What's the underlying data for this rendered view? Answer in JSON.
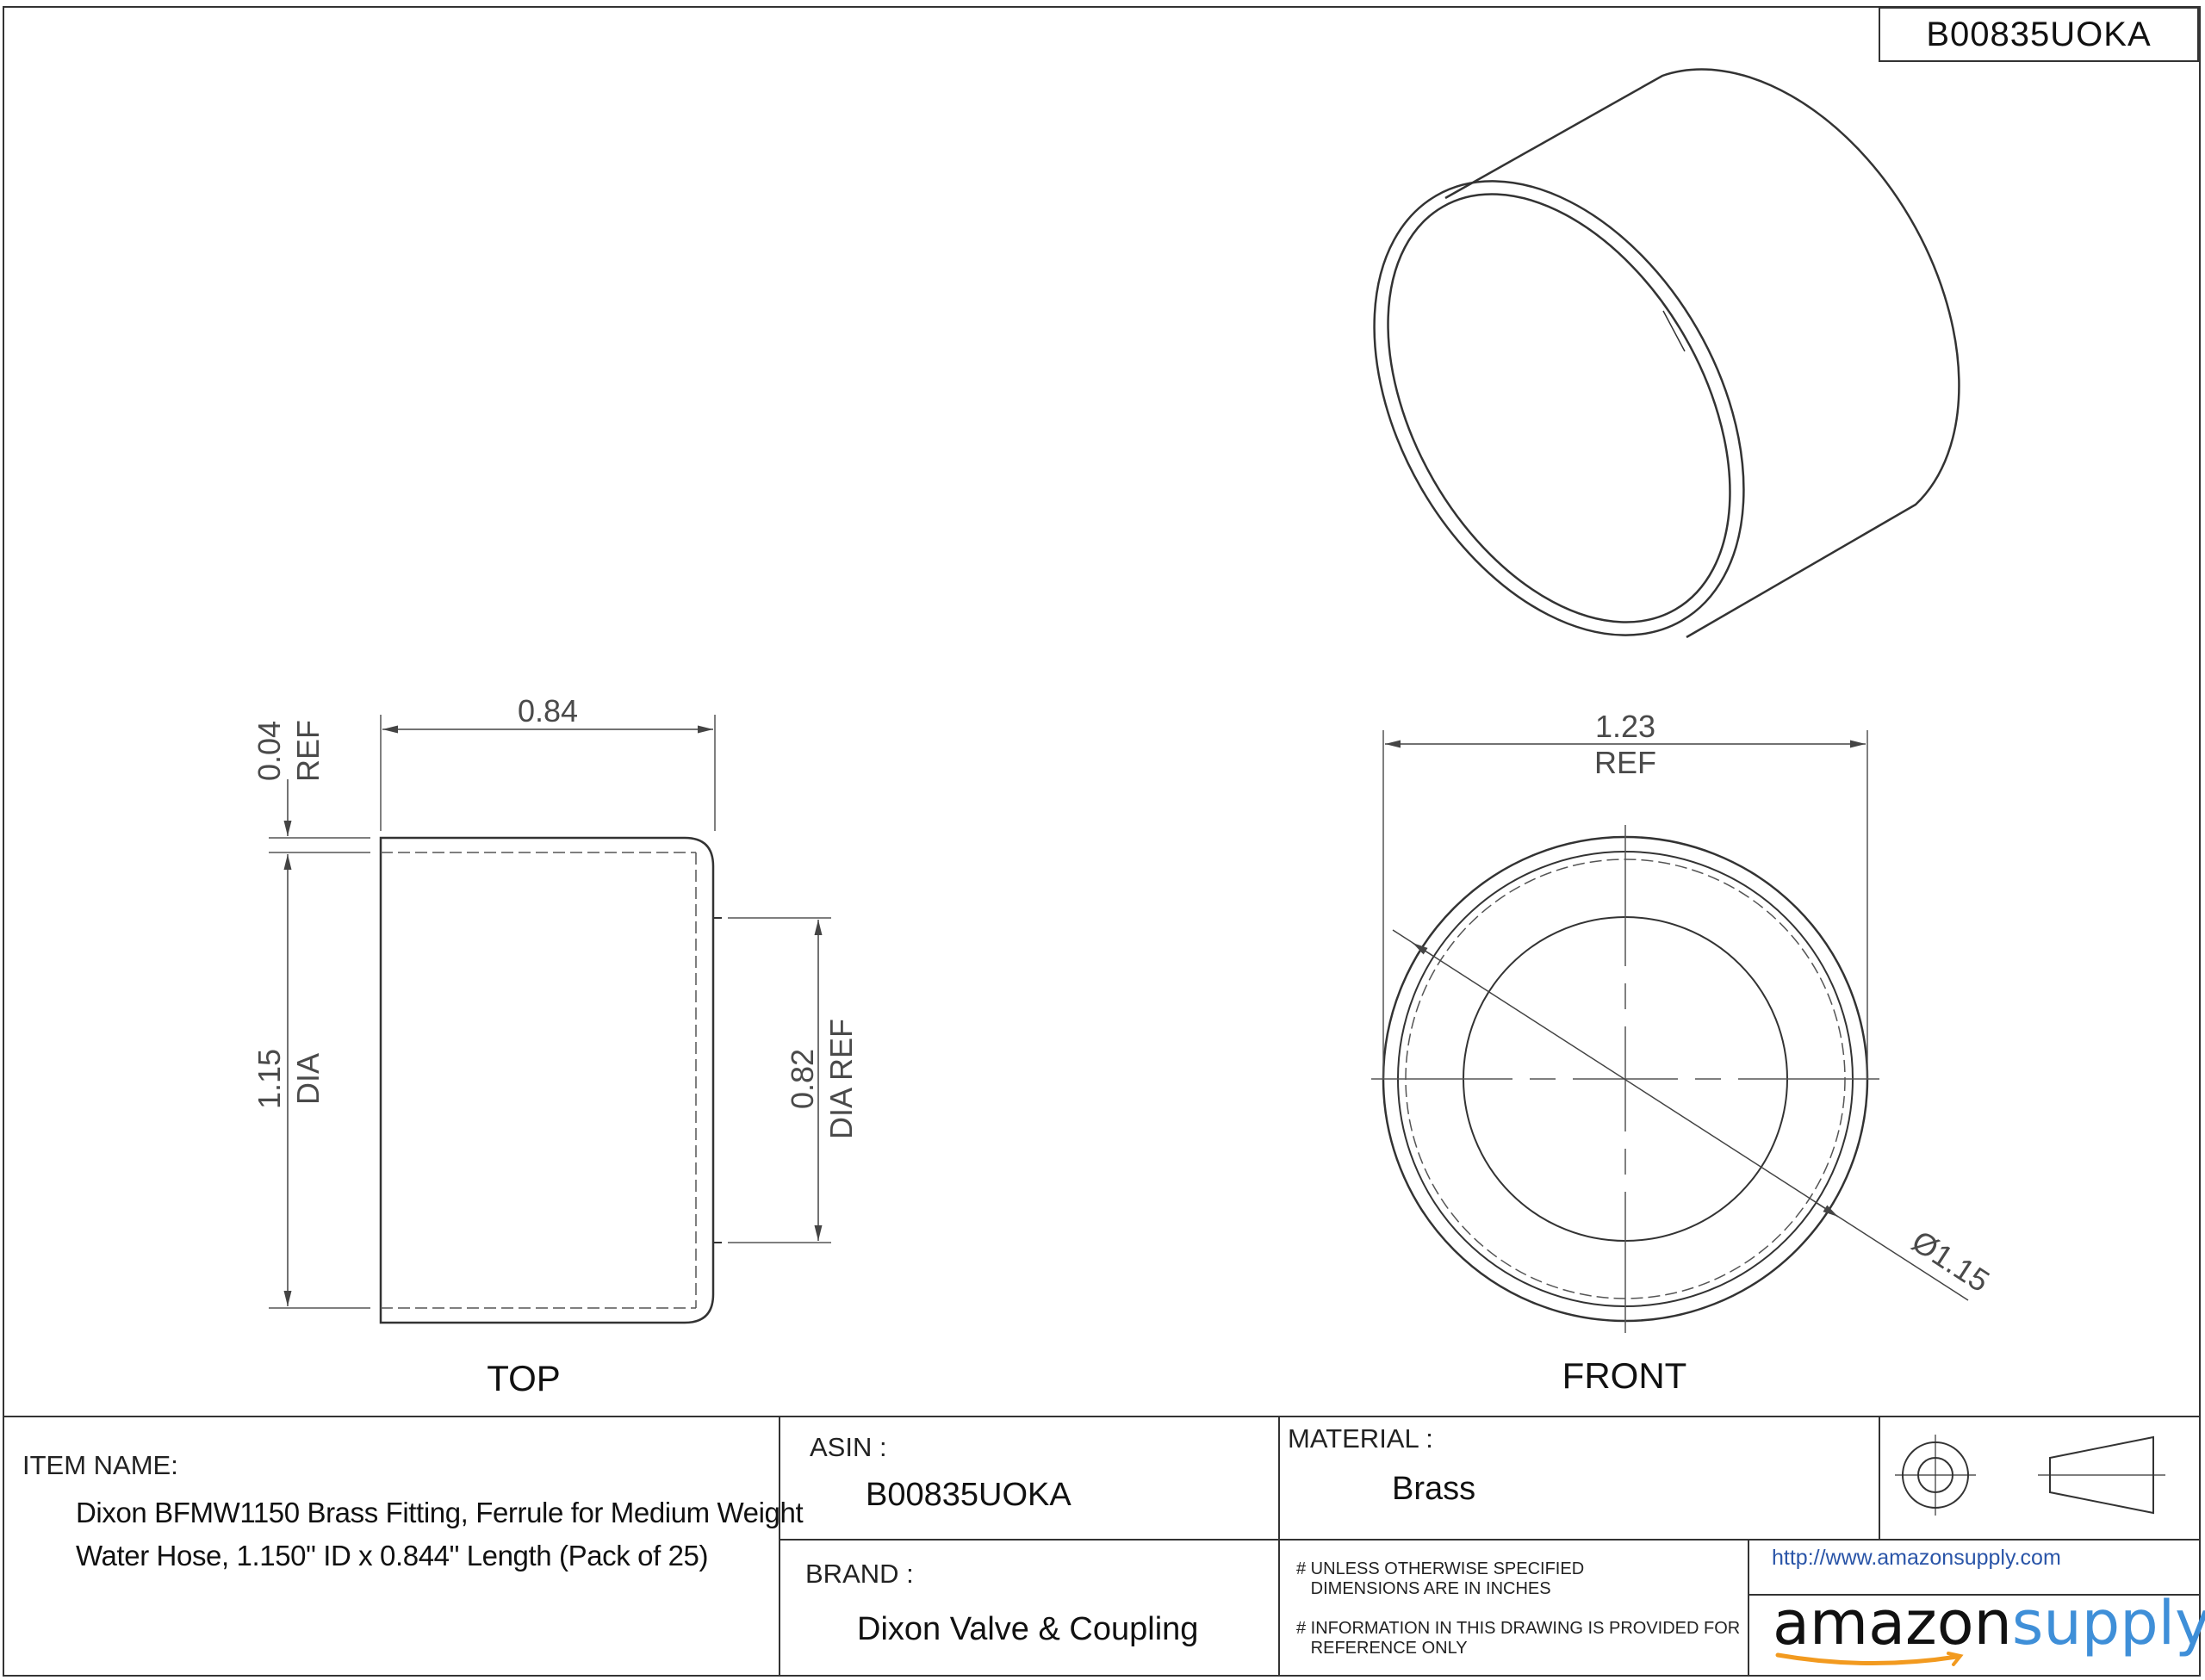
{
  "header": {
    "asin_tag": "B00835UOKA"
  },
  "views": {
    "top": {
      "label": "TOP",
      "dims": {
        "length": "0.84",
        "wall": {
          "value": "0.04",
          "note": "REF"
        },
        "od": {
          "value": "1.15",
          "note": "DIA"
        },
        "id": {
          "value": "0.82",
          "note": "DIA REF"
        }
      }
    },
    "front": {
      "label": "FRONT",
      "dims": {
        "outer": {
          "value": "1.23",
          "note": "REF"
        },
        "diameter": "Ø1.15"
      }
    }
  },
  "title_block": {
    "item_name_label": "ITEM NAME:",
    "item_name_line1": "Dixon BFMW1150 Brass Fitting, Ferrule for Medium Weight",
    "item_name_line2": "Water Hose, 1.150\" ID x 0.844\" Length (Pack of 25)",
    "asin_label": "ASIN :",
    "asin_value": "B00835UOKA",
    "material_label": "MATERIAL :",
    "material_value": "Brass",
    "brand_label": "BRAND :",
    "brand_value": "Dixon Valve & Coupling",
    "note1": "# UNLESS OTHERWISE SPECIFIED\n   DIMENSIONS ARE IN INCHES",
    "note2": "# INFORMATION IN THIS DRAWING IS PROVIDED FOR\n   REFERENCE ONLY",
    "url": "http://www.amazonsupply.com",
    "logo_left": "amazon",
    "logo_right": "supply"
  },
  "colors": {
    "line": "#333333",
    "dim": "#555555",
    "logo_blue": "#3f8fd8",
    "link": "#2a55a8"
  }
}
